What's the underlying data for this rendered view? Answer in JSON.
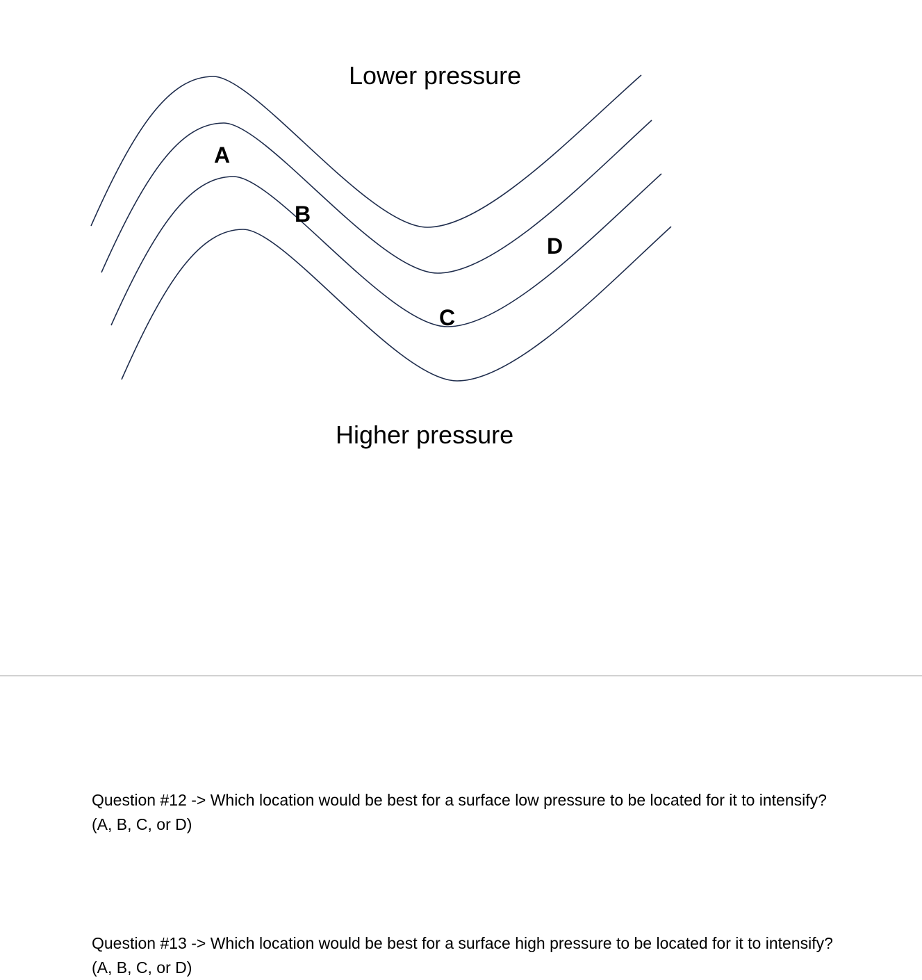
{
  "diagram": {
    "top_label": "Lower pressure",
    "bottom_label": "Higher pressure",
    "line_color": "#1f2d4d",
    "points": {
      "a": "A",
      "b": "B",
      "c": "C",
      "d": "D"
    }
  },
  "questions": [
    {
      "text": "Question #12 -> Which location would be best for a surface low pressure to be located for it to intensify? (A, B, C, or D)"
    },
    {
      "text": "Question #13 -> Which location would be best for a surface high pressure to be located for it to intensify? (A, B, C, or D)"
    }
  ]
}
